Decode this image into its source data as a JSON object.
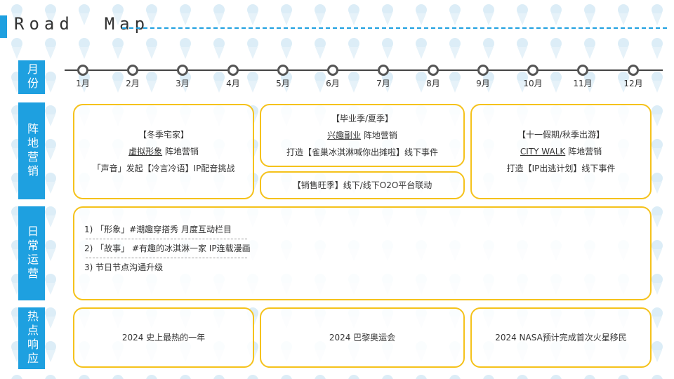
{
  "header": {
    "title": "Road  Map"
  },
  "sections": {
    "months": "月份",
    "field_marketing": "阵地营销",
    "daily_ops": "日常运营",
    "hot_topics": "热点响应"
  },
  "timeline": {
    "months": [
      "1月",
      "2月",
      "3月",
      "4月",
      "5月",
      "6月",
      "7月",
      "8月",
      "9月",
      "10月",
      "11月",
      "12月"
    ]
  },
  "field_marketing": {
    "winter": {
      "title": "【冬季宅家】",
      "line1_u": "虚拟形象",
      "line1_rest": " 阵地营销",
      "line2": "「声音」发起【冷言冷语】IP配音挑战"
    },
    "summer": {
      "title": "【毕业季/夏季】",
      "line1_u": "兴趣副业",
      "line1_rest": " 阵地营销",
      "line2": "打造【雀巢冰淇淋喊你出摊啦】线下事件"
    },
    "sales": {
      "text": "【销售旺季】线下/线下O2O平台联动"
    },
    "autumn": {
      "title": "【十一假期/秋季出游】",
      "line1_u": "CITY WALK",
      "line1_rest": " 阵地营销",
      "line2": "打造【IP出逃计划】线下事件"
    }
  },
  "daily_ops": {
    "items": [
      "1)    「形象」#潮趣穿搭秀  月度互动栏目",
      "2)    「故事」 #有趣的冰淇淋一家 IP连载漫画",
      "3)  节日节点沟通升级"
    ]
  },
  "hot_topics": {
    "items": [
      "2024 史上最热的一年",
      "2024 巴黎奥运会",
      "2024 NASA预计完成首次火星移民"
    ]
  },
  "colors": {
    "accent": "#1ea0e0",
    "box_border": "#f5c21b",
    "pattern": "#cfe8f5"
  }
}
